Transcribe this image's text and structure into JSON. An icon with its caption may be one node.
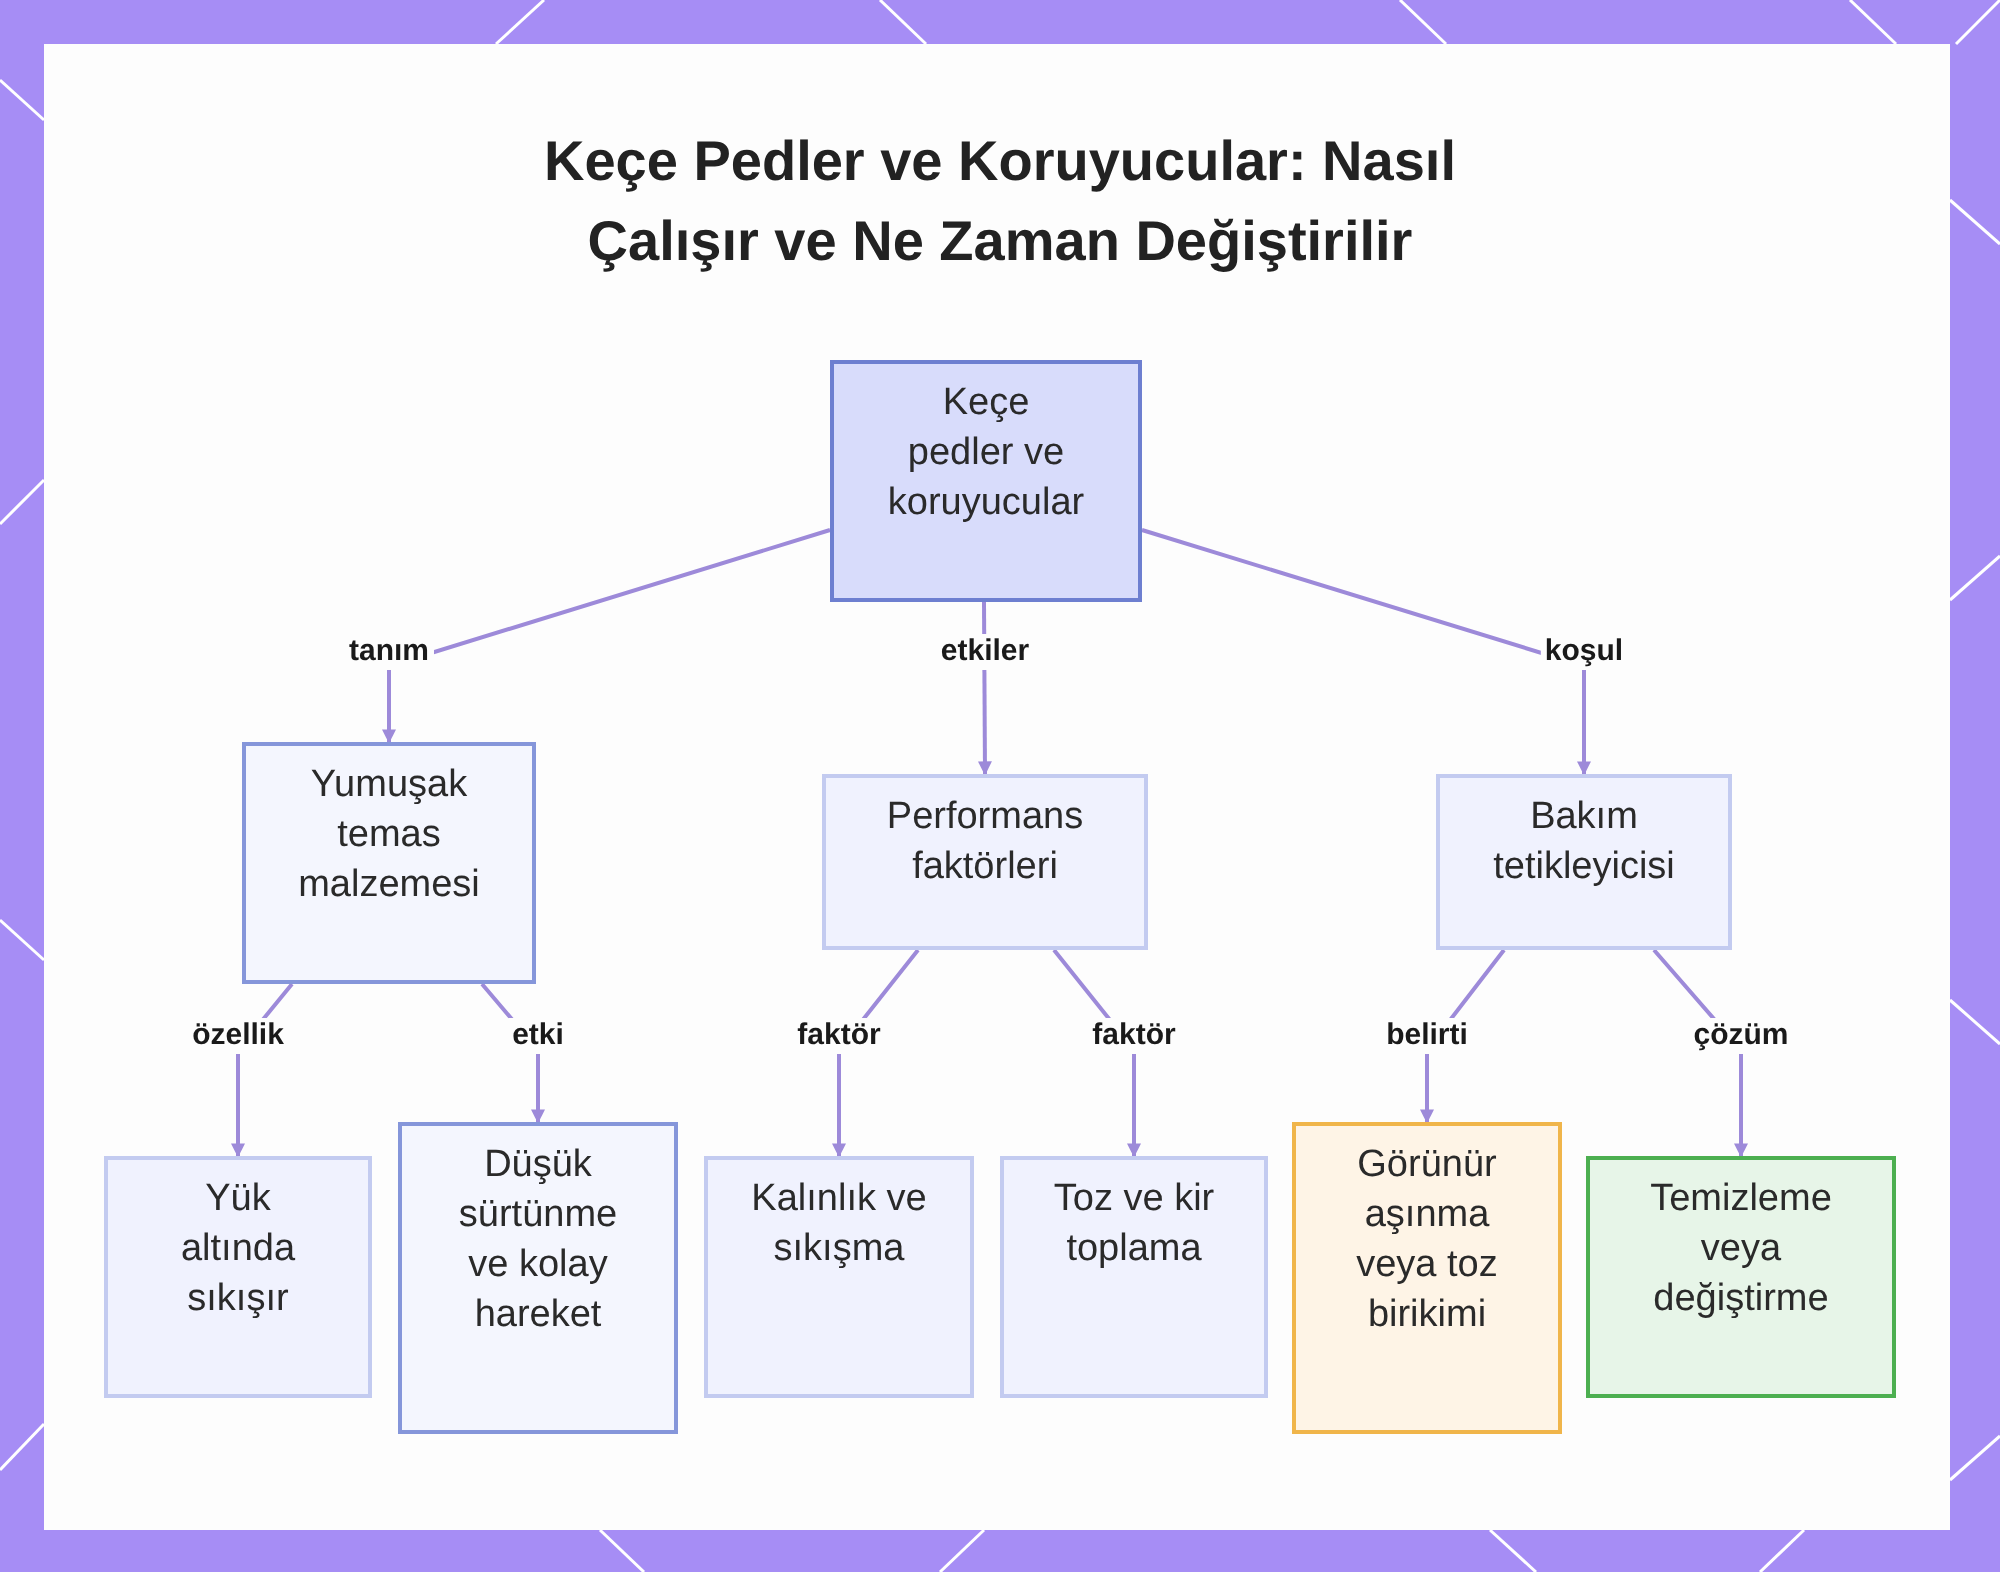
{
  "diagram": {
    "title": "Keçe Pedler ve Koruyucular: Nasıl Çalışır ve Ne Zaman Değiştirilir",
    "nodes": [
      {
        "text": [
          "Keçe pedler ve koruyucular"
        ]
      },
      {
        "text": [
          "Yumuşak temas malzemesi"
        ]
      },
      {
        "text": [
          "Performans faktörleri"
        ]
      },
      {
        "text": [
          "Bakım tetikleyicisi"
        ]
      },
      {
        "text": [
          "Yük altında sıkışır"
        ]
      },
      {
        "text": [
          "Düşük sürtünme ve kolay hareket"
        ]
      },
      {
        "text": [
          "Kalınlık ve sıkışma"
        ]
      },
      {
        "text": [
          "Toz ve kir toplama"
        ]
      },
      {
        "text": [
          "Görünür aşınma veya toz birikimi"
        ]
      },
      {
        "text": [
          "Temizleme veya değiştirme"
        ]
      }
    ],
    "edges": [
      {
        "from": 0,
        "to": 1,
        "arrow": "to",
        "label": "tanım"
      },
      {
        "from": 0,
        "to": 2,
        "arrow": "to",
        "label": "etkiler"
      },
      {
        "from": 0,
        "to": 3,
        "arrow": "to",
        "label": "koşul"
      },
      {
        "from": 1,
        "to": 4,
        "arrow": "to",
        "label": "özellik"
      },
      {
        "from": 1,
        "to": 5,
        "arrow": "to",
        "label": "etki"
      },
      {
        "from": 2,
        "to": 6,
        "arrow": "to",
        "label": "faktör"
      },
      {
        "from": 2,
        "to": 7,
        "arrow": "to",
        "label": "faktör"
      },
      {
        "from": 3,
        "to": 8,
        "arrow": "to",
        "label": "belirti"
      },
      {
        "from": 3,
        "to": 9,
        "arrow": "to",
        "label": "çözüm"
      }
    ]
  }
}
